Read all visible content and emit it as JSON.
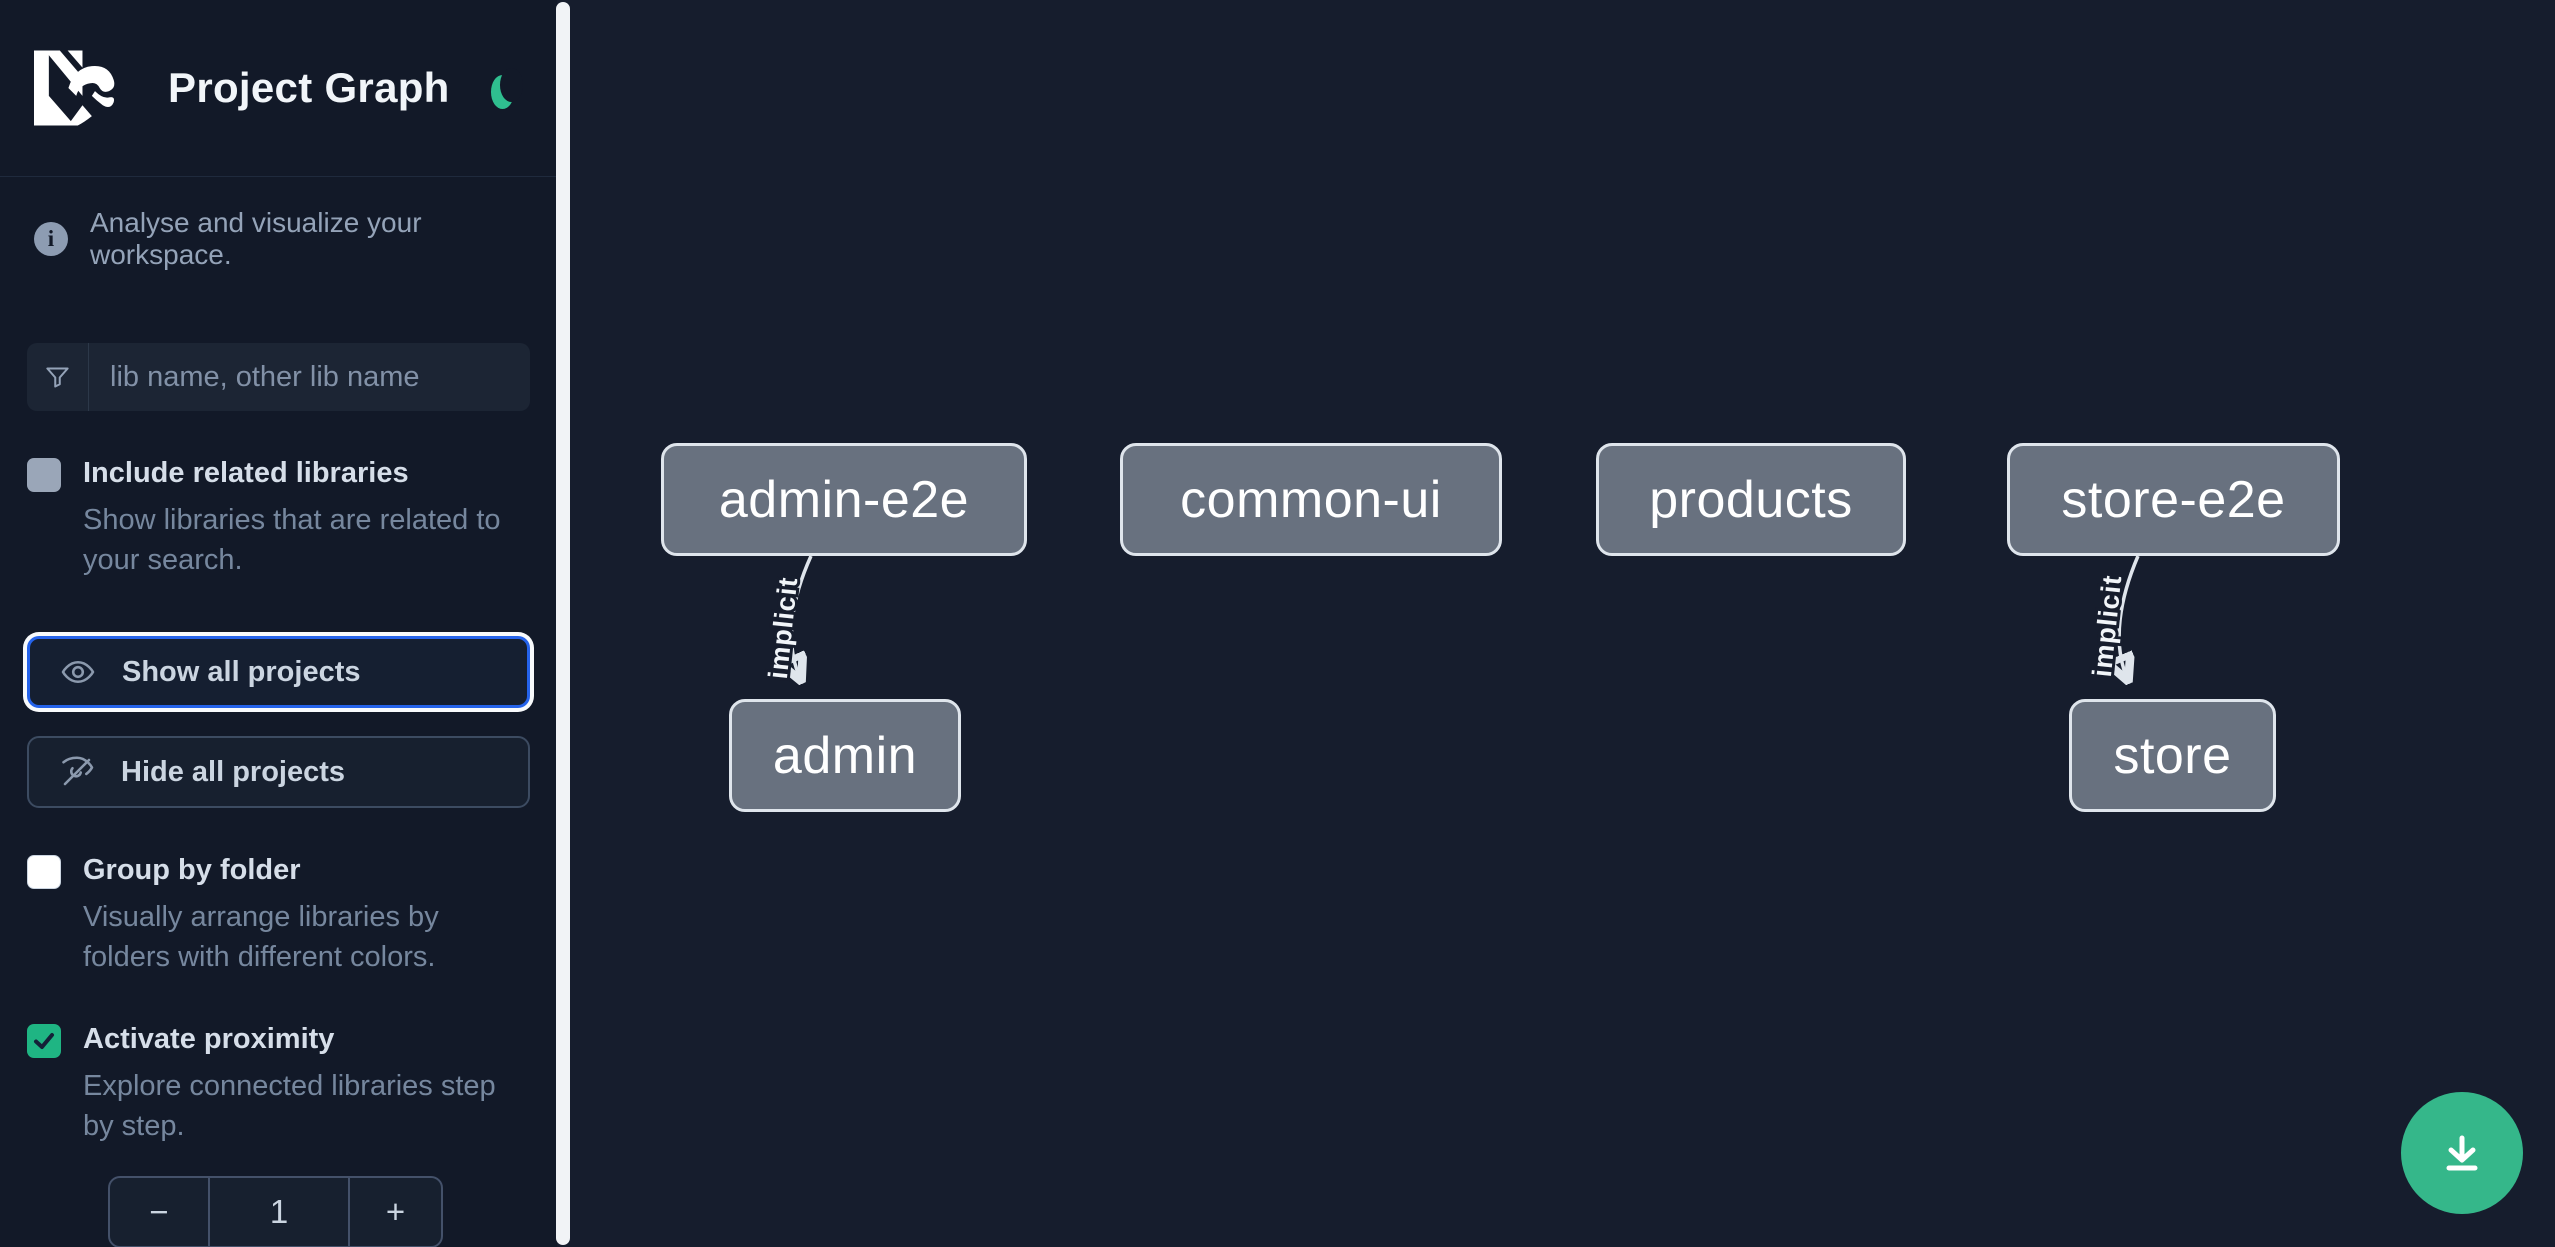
{
  "app": {
    "title": "Project Graph",
    "logo_icon": "nx-logo",
    "theme_toggle_icon": "moon"
  },
  "sidebar": {
    "info": {
      "icon": "info",
      "icon_glyph": "i",
      "text": "Analyse and visualize your workspace."
    },
    "search": {
      "icon": "filter-funnel",
      "placeholder": "lib name, other lib name",
      "value": ""
    },
    "options": [
      {
        "label": "Include related libraries",
        "description": "Show libraries that are related to your search.",
        "checked": false,
        "state": "disabled"
      },
      {
        "label": "Group by folder",
        "description": "Visually arrange libraries by folders with different colors.",
        "checked": false,
        "state": "enabled"
      },
      {
        "label": "Activate proximity",
        "description": "Explore connected libraries step by step.",
        "checked": true,
        "state": "enabled"
      }
    ],
    "actions": [
      {
        "label": "Show all projects",
        "icon": "eye",
        "focused": true
      },
      {
        "label": "Hide all projects",
        "icon": "eye-off",
        "focused": false
      }
    ],
    "proximity_stepper": {
      "decrement": "−",
      "value": "1",
      "increment": "+"
    }
  },
  "graph": {
    "nodes": [
      {
        "id": "admin-e2e",
        "label": "admin-e2e"
      },
      {
        "id": "common-ui",
        "label": "common-ui"
      },
      {
        "id": "products",
        "label": "products"
      },
      {
        "id": "store-e2e",
        "label": "store-e2e"
      },
      {
        "id": "admin",
        "label": "admin"
      },
      {
        "id": "store",
        "label": "store"
      }
    ],
    "edges": [
      {
        "source": "admin-e2e",
        "target": "admin",
        "label": "implicit",
        "type": "implicit"
      },
      {
        "source": "store-e2e",
        "target": "store",
        "label": "implicit",
        "type": "implicit"
      }
    ]
  },
  "fab": {
    "icon": "download"
  },
  "colors": {
    "accent_green": "#35b78a",
    "focus_blue": "#2563eb",
    "node_fill": "#68717f",
    "node_border": "#dfe5ec",
    "sidebar_bg": "#121928",
    "canvas_bg": "#161d2d"
  }
}
